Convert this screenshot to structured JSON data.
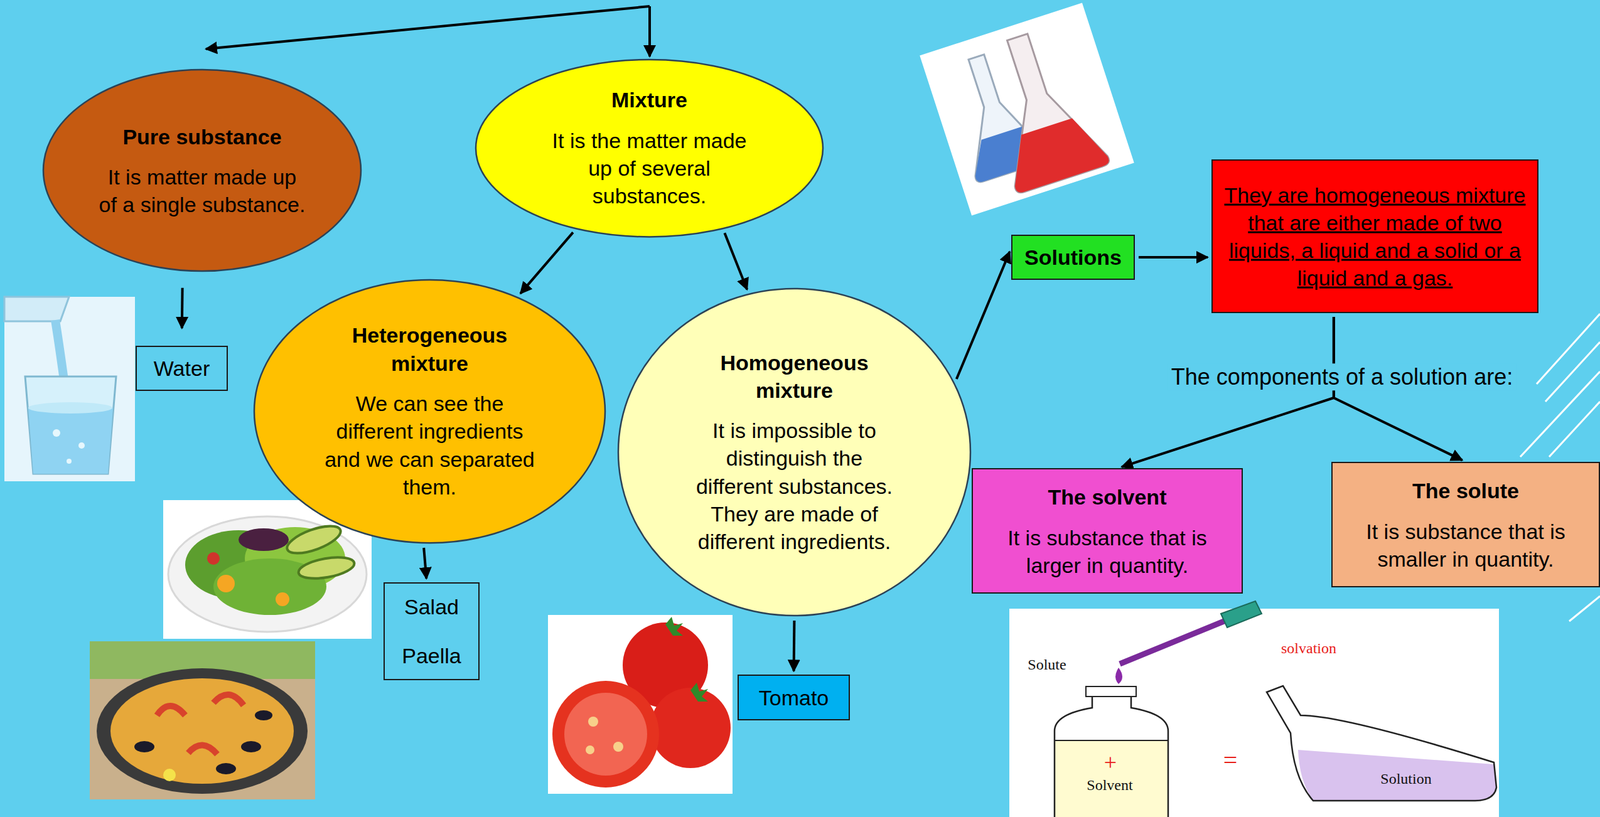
{
  "diagram": {
    "nodes": [
      {
        "text": [
          "Pure substance",
          "It is matter made up of a single substance."
        ]
      },
      {
        "text": [
          "Mixture",
          "It is the matter made up of several substances."
        ]
      },
      {
        "text": [
          "Water"
        ]
      },
      {
        "text": [
          "Heterogeneous mixture",
          "We can see the different ingredients and we can separated them."
        ]
      },
      {
        "text": [
          "Homogeneous mixture",
          "It is impossible to distinguish the different substances. They are made of different ingredients."
        ]
      },
      {
        "text": [
          "Salad",
          "Paella"
        ]
      },
      {
        "text": [
          "Tomato"
        ]
      },
      {
        "text": [
          "Solutions"
        ]
      },
      {
        "text": [
          "They are homogeneous mixture that are either made of two liquids, a liquid and a solid or a liquid and a gas."
        ]
      },
      {
        "text": [
          "The solvent",
          "It is substance that is larger in quantity."
        ]
      },
      {
        "text": [
          "The solute",
          "It is substance that is smaller in quantity."
        ]
      }
    ],
    "edges": [
      {
        "from": 1,
        "to": 3,
        "arrow": "to"
      },
      {
        "from": 1,
        "to": 4,
        "arrow": "to"
      },
      {
        "from": 0,
        "to": 2,
        "arrow": "to"
      },
      {
        "from": 3,
        "to": 5,
        "arrow": "to"
      },
      {
        "from": 4,
        "to": 6,
        "arrow": "to"
      },
      {
        "from": 4,
        "to": 7,
        "arrow": "to"
      },
      {
        "from": 7,
        "to": 8,
        "arrow": "to"
      },
      {
        "from": 8,
        "to": 9,
        "arrow": "to"
      },
      {
        "from": 8,
        "to": 10,
        "arrow": "to"
      }
    ],
    "labels": [
      "The components of a solution are:",
      "Solute",
      "solvation",
      "+",
      "Solvent",
      "=",
      "Solution"
    ]
  }
}
